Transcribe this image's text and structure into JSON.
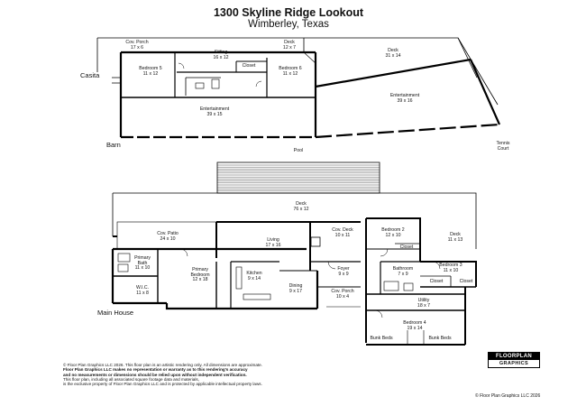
{
  "header": {
    "title": "1300 Skyline Ridge Lookout",
    "subtitle": "Wimberley, Texas"
  },
  "structures": {
    "casita": "Casita",
    "barn": "Barn",
    "main_house": "Main House",
    "tennis_court": "Tennis\nCourt",
    "pool": "Pool"
  },
  "rooms": {
    "cov_porch_top": {
      "name": "Cov. Porch",
      "dim": "17 x 6"
    },
    "sitting": {
      "name": "Sitting",
      "dim": "16 x 12"
    },
    "deck_top": {
      "name": "Deck",
      "dim": "12 x 7"
    },
    "bedroom5": {
      "name": "Bedroom 5",
      "dim": "11 x 12"
    },
    "closet_casita": {
      "name": "Closet",
      "dim": ""
    },
    "bedroom6": {
      "name": "Bedroom 6",
      "dim": "11 x 12"
    },
    "deck_right": {
      "name": "Deck",
      "dim": "31 x 14"
    },
    "entertainment_left": {
      "name": "Entertainment",
      "dim": "39 x 15"
    },
    "entertainment_right": {
      "name": "Entertainment",
      "dim": "39 x 16"
    },
    "deck_main": {
      "name": "Deck",
      "dim": "76 x 12"
    },
    "cov_patio": {
      "name": "Cov. Patio",
      "dim": "24 x 10"
    },
    "living": {
      "name": "Living",
      "dim": "17 x 16"
    },
    "cov_deck": {
      "name": "Cov. Deck",
      "dim": "10 x 11"
    },
    "bedroom2": {
      "name": "Bedroom 2",
      "dim": "12 x 10"
    },
    "deck_small": {
      "name": "Deck",
      "dim": "11 x 13"
    },
    "closet_b2": {
      "name": "Closet",
      "dim": ""
    },
    "primary_bath": {
      "name": "Primary\nBath",
      "dim": "11 x 10"
    },
    "primary_bedroom": {
      "name": "Primary\nBedroom",
      "dim": "12 x 18"
    },
    "kitchen": {
      "name": "Kitchen",
      "dim": "9 x 14"
    },
    "foyer": {
      "name": "Foyer",
      "dim": "9 x 9"
    },
    "bathroom": {
      "name": "Bathroom",
      "dim": "7 x 9"
    },
    "bedroom3": {
      "name": "Bedroom 3",
      "dim": "11 x 10"
    },
    "closet_b3a": {
      "name": "Closet",
      "dim": ""
    },
    "closet_b3b": {
      "name": "Closet",
      "dim": ""
    },
    "wic": {
      "name": "W.I.C.",
      "dim": "11 x 8"
    },
    "dining": {
      "name": "Dining",
      "dim": "9 x 17"
    },
    "cov_porch_main": {
      "name": "Cov. Porch",
      "dim": "10 x 4"
    },
    "utility": {
      "name": "Utility",
      "dim": "18 x 7"
    },
    "bedroom4": {
      "name": "Bedroom 4",
      "dim": "19 x 14"
    },
    "bunk_left": {
      "name": "Bunk Beds",
      "dim": ""
    },
    "bunk_right": {
      "name": "Bunk Beds",
      "dim": ""
    }
  },
  "disclaimer": {
    "line1": "© Floor Plan Graphics LLC 2026. This floor plan is an artistic rendering only. All dimensions are approximate.",
    "line2": "Floor Plan Graphics LLC makes no representation or warranty as to this rendering's accuracy",
    "line3": "and no measurements or dimensions should be relied upon without independent verification.",
    "line4": "This floor plan, including all associated square footage data and materials,",
    "line5": "is the exclusive property of Floor Plan Graphics LLC and is protected by applicable intellectual property laws."
  },
  "logo": {
    "line1": "FLOORPLAN",
    "line2": "GRAPHICS"
  },
  "footer": {
    "copyright": "© Floor Plan Graphics LLC 2026"
  }
}
